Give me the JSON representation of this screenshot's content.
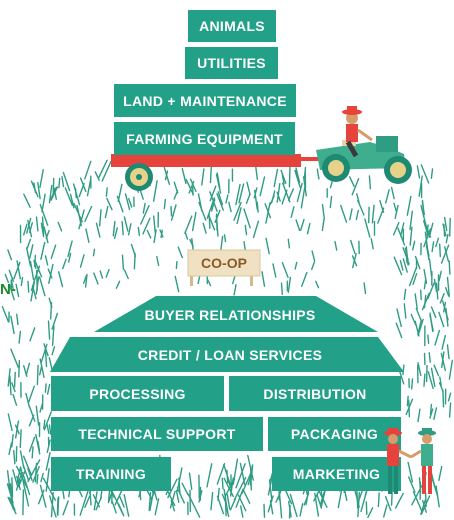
{
  "top_stack": [
    "ANIMALS",
    "UTILITIES",
    "LAND + MAINTENANCE",
    "FARMING EQUIPMENT"
  ],
  "coop_sign": "CO-OP",
  "pyramid": {
    "roof": "BUYER RELATIONSHIPS",
    "row2": "CREDIT / LOAN SERVICES",
    "row3": [
      "PROCESSING",
      "DISTRIBUTION"
    ],
    "row4": [
      "TECHNICAL SUPPORT",
      "PACKAGING"
    ],
    "row5": [
      "TRAINING",
      "MARKETING"
    ]
  },
  "edge_fragment": "N-",
  "colors": {
    "block_teal": "#23a088",
    "grass": "#2f9c84",
    "trailer_red": "#e6433d",
    "tractor_green": "#3fae8f",
    "sign_beige": "#efe1c1",
    "sign_text": "#8b5a2b",
    "edge_text": "#1f8a2a"
  }
}
